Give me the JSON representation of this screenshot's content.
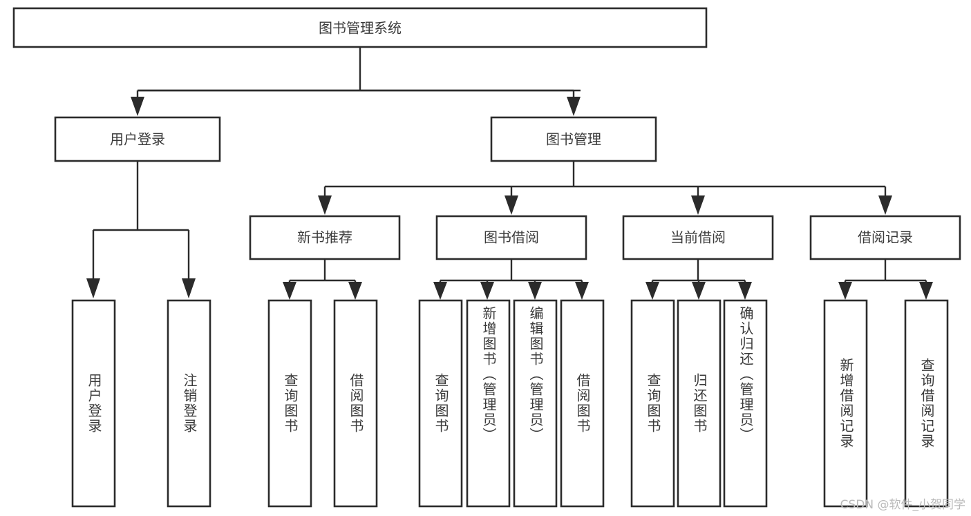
{
  "diagram": {
    "title": "图书管理系统",
    "type": "tree",
    "background_color": "#ffffff",
    "line_color": "#2b2b2b",
    "text_color": "#3a3a3a",
    "root": {
      "id": "root",
      "label": "图书管理系统",
      "orientation": "horizontal"
    },
    "level2": [
      {
        "id": "user-login",
        "label": "用户登录",
        "orientation": "horizontal"
      },
      {
        "id": "book-manage",
        "label": "图书管理",
        "orientation": "horizontal"
      }
    ],
    "level3": [
      {
        "id": "new-book-rec",
        "label": "新书推荐",
        "orientation": "horizontal",
        "parent": "book-manage"
      },
      {
        "id": "book-borrow",
        "label": "图书借阅",
        "orientation": "horizontal",
        "parent": "book-manage"
      },
      {
        "id": "current-borrow",
        "label": "当前借阅",
        "orientation": "horizontal",
        "parent": "book-manage"
      },
      {
        "id": "borrow-record",
        "label": "借阅记录",
        "orientation": "horizontal",
        "parent": "book-manage"
      }
    ],
    "leaves": [
      {
        "id": "leaf-user-login",
        "label": "用户登录",
        "parent": "user-login",
        "orientation": "vertical"
      },
      {
        "id": "leaf-user-logout",
        "label": "注销登录",
        "parent": "user-login",
        "orientation": "vertical"
      },
      {
        "id": "leaf-query-book-1",
        "label": "查询图书",
        "parent": "new-book-rec",
        "orientation": "vertical"
      },
      {
        "id": "leaf-borrow-book-1",
        "label": "借阅图书",
        "parent": "new-book-rec",
        "orientation": "vertical"
      },
      {
        "id": "leaf-query-book-2",
        "label": "查询图书",
        "parent": "book-borrow",
        "orientation": "vertical"
      },
      {
        "id": "leaf-add-book",
        "label": "新增图书（管理员）",
        "parent": "book-borrow",
        "orientation": "vertical"
      },
      {
        "id": "leaf-edit-book",
        "label": "编辑图书（管理员）",
        "parent": "book-borrow",
        "orientation": "vertical"
      },
      {
        "id": "leaf-borrow-book-2",
        "label": "借阅图书",
        "parent": "book-borrow",
        "orientation": "vertical"
      },
      {
        "id": "leaf-query-book-3",
        "label": "查询图书",
        "parent": "current-borrow",
        "orientation": "vertical"
      },
      {
        "id": "leaf-return-book",
        "label": "归还图书",
        "parent": "current-borrow",
        "orientation": "vertical"
      },
      {
        "id": "leaf-confirm-return",
        "label": "确认归还（管理员）",
        "parent": "current-borrow",
        "orientation": "vertical"
      },
      {
        "id": "leaf-add-record",
        "label": "新增借阅记录",
        "parent": "borrow-record",
        "orientation": "vertical"
      },
      {
        "id": "leaf-query-record",
        "label": "查询借阅记录",
        "parent": "borrow-record",
        "orientation": "vertical"
      }
    ]
  },
  "watermark": {
    "text": "CSDN @软件_小贺同学"
  }
}
